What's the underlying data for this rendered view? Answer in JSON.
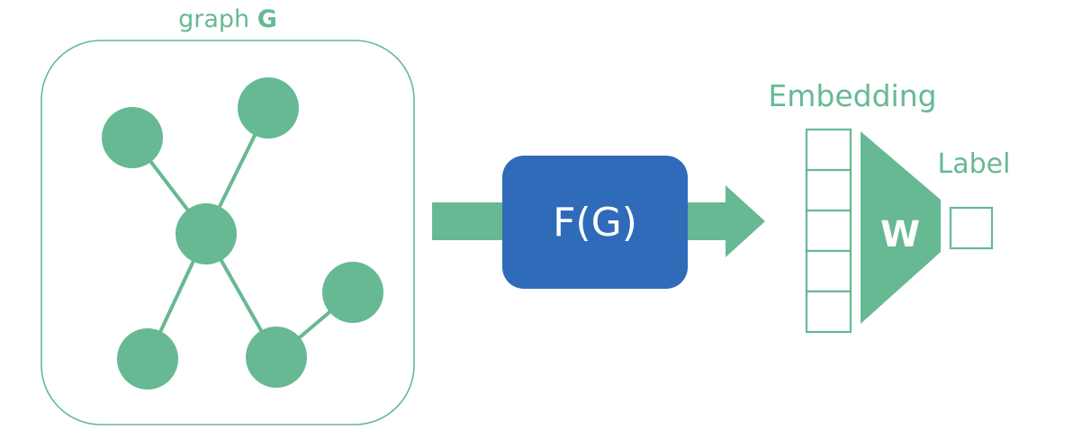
{
  "graph_title": "graph ",
  "graph_title_symbol": "G",
  "function_label": "F(G)",
  "embedding_label": "Embedding",
  "weight_label": "W",
  "output_label": "Label",
  "colors": {
    "green": "#66b993",
    "blue": "#2f6bb8",
    "text_on_blue": "#ffffff",
    "text_on_green": "#ffffff",
    "background": "#ffffff"
  }
}
